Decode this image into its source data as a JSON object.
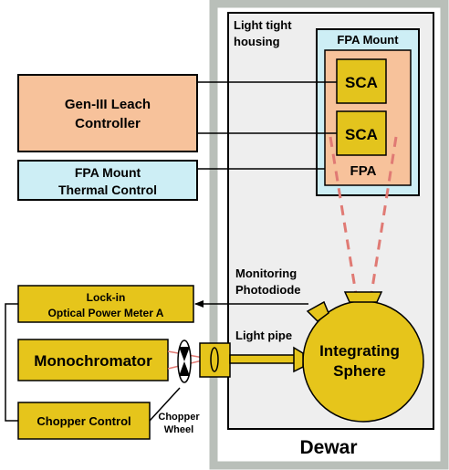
{
  "colors": {
    "dewar_wall": "#b9bfb9",
    "housing_fill": "#eeeeee",
    "fpa_mount_fill": "#cdeef5",
    "controller_fill": "#f7c29b",
    "sca_fill": "#e3c41d",
    "instrument_fill": "#e6c51b",
    "beam_red": "#e07a74",
    "line": "#000000"
  },
  "dewar": {
    "label": "Dewar"
  },
  "housing": {
    "label_line1": "Light tight",
    "label_line2": "housing"
  },
  "fpa_mount": {
    "label": "FPA Mount",
    "sca_top": "SCA",
    "sca_bottom": "SCA",
    "fpa_label": "FPA"
  },
  "leach_controller": {
    "line1": "Gen-III Leach",
    "line2": "Controller"
  },
  "thermal_control": {
    "line1": "FPA Mount",
    "line2": "Thermal Control"
  },
  "photodiode": {
    "line1": "Monitoring",
    "line2": "Photodiode"
  },
  "lockin": {
    "line1": "Lock-in",
    "line2": "Optical Power Meter A"
  },
  "monochromator": {
    "label": "Monochromator"
  },
  "chopper_control": {
    "label": "Chopper Control"
  },
  "chopper_wheel": {
    "line1": "Chopper",
    "line2": "Wheel"
  },
  "light_pipe": {
    "label": "Light pipe"
  },
  "sphere": {
    "line1": "Integrating",
    "line2": "Sphere"
  }
}
